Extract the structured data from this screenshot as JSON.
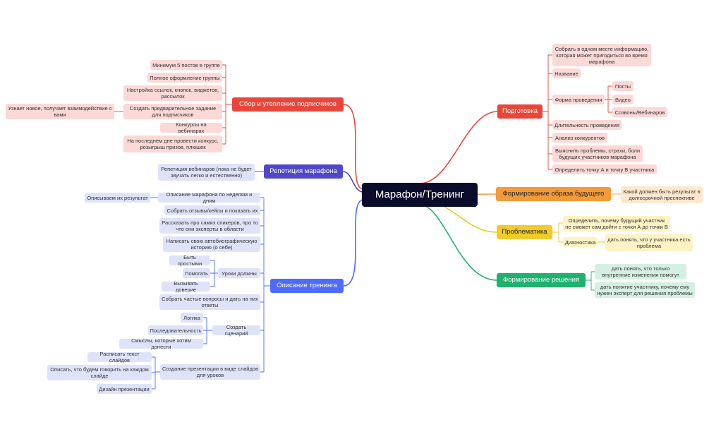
{
  "root": "Марафон/Тренинг",
  "colors": {
    "red": "#e8463b",
    "blue": "#4d6bfe",
    "indigo": "#5048c8",
    "orange": "#f39a3a",
    "yellow": "#f0cb2a",
    "green": "#1fb26f",
    "root": "#0b0b2b"
  },
  "branches": {
    "podgotovka": {
      "title": "Подготовка",
      "items": {
        "info": "Собрать в одном месте информацию, которая может пригодиться во время марафона",
        "name": "Название",
        "forma": "Форма проведения",
        "forma_sub": [
          "Посты",
          "Видео",
          "Созвоны/Вебинаров"
        ],
        "dlit": "Длительность проведения",
        "analiz": "Анализ конкурентов",
        "problems": "Выяснить проблемы, страхи, боли будущих участников марафона",
        "tochka": "Определить точку А и точку В участника"
      }
    },
    "obraz": {
      "title": "Формирование образа будущего",
      "items": [
        "Какой должен быть результат в долгосрочной преспективе"
      ]
    },
    "problematika": {
      "title": "Проблематика",
      "items": {
        "opredelit": "Определить, почему будущий участник не сможет сам дойти с точки А до точки В",
        "diag": "Диагностика",
        "diag_sub": "дать понять, что у участника есть проблема"
      }
    },
    "reshenie": {
      "title": "Формирование решения",
      "items": [
        "дать понять, что только внутренние изменения помогут",
        "дать понятие участнику, почему ему нужен эксперт для решения проблемы"
      ]
    },
    "sbor": {
      "title": "Сбор и утепление подписчиков",
      "items": {
        "min5": "Минимум 5 постов в группе",
        "oform": "Полное оформление группы",
        "nastr": "Настройка ссылок, кнопок, виджетов, рассылок",
        "zadanie": "Создать предварительное задание для подписчиков",
        "zadanie_sub": "Узнает новое, получает взаимодействие с вами",
        "konkursy": "Конкурсы на вебинарах",
        "posledniy": "На последнем дне провести конкурс, розыгрыш призов, плюшек"
      }
    },
    "repeticiya": {
      "title": "Репетиция марафона",
      "items": [
        "Репетиция вебинаров (пока не будет звучать легко и естественно)"
      ]
    },
    "opisanie": {
      "title": "Описание тренинга",
      "items": {
        "po_nedelyam": "Описание марафона по неделям и дням",
        "po_nedelyam_sub": "Описываем их результат",
        "otzyvy": "Собрать отзывы/кейсы и показать их",
        "spikery": "Рассказать про самих спикеров, про то что они эксперты в области",
        "avtobio": "Написать свою автобиографическую историю (о себе)",
        "uroki": "Уроки должны",
        "uroki_sub": [
          "Быть простыми",
          "Помогать",
          "Вызывать доверие"
        ],
        "voprosy": "Собрать частые вопросы и дать на них ответы",
        "scenariy": "Создать сценарий",
        "scenariy_sub": [
          "Логика",
          "Последовательность",
          "Смыслы, которые хотим донести"
        ],
        "prezent": "Создание презентации в виде слайдов для уроков",
        "prezent_sub": [
          "Расписать текст слайдов",
          "Описать, что будем говорить на каждом слайде",
          "Дизайн презентации"
        ]
      }
    }
  }
}
